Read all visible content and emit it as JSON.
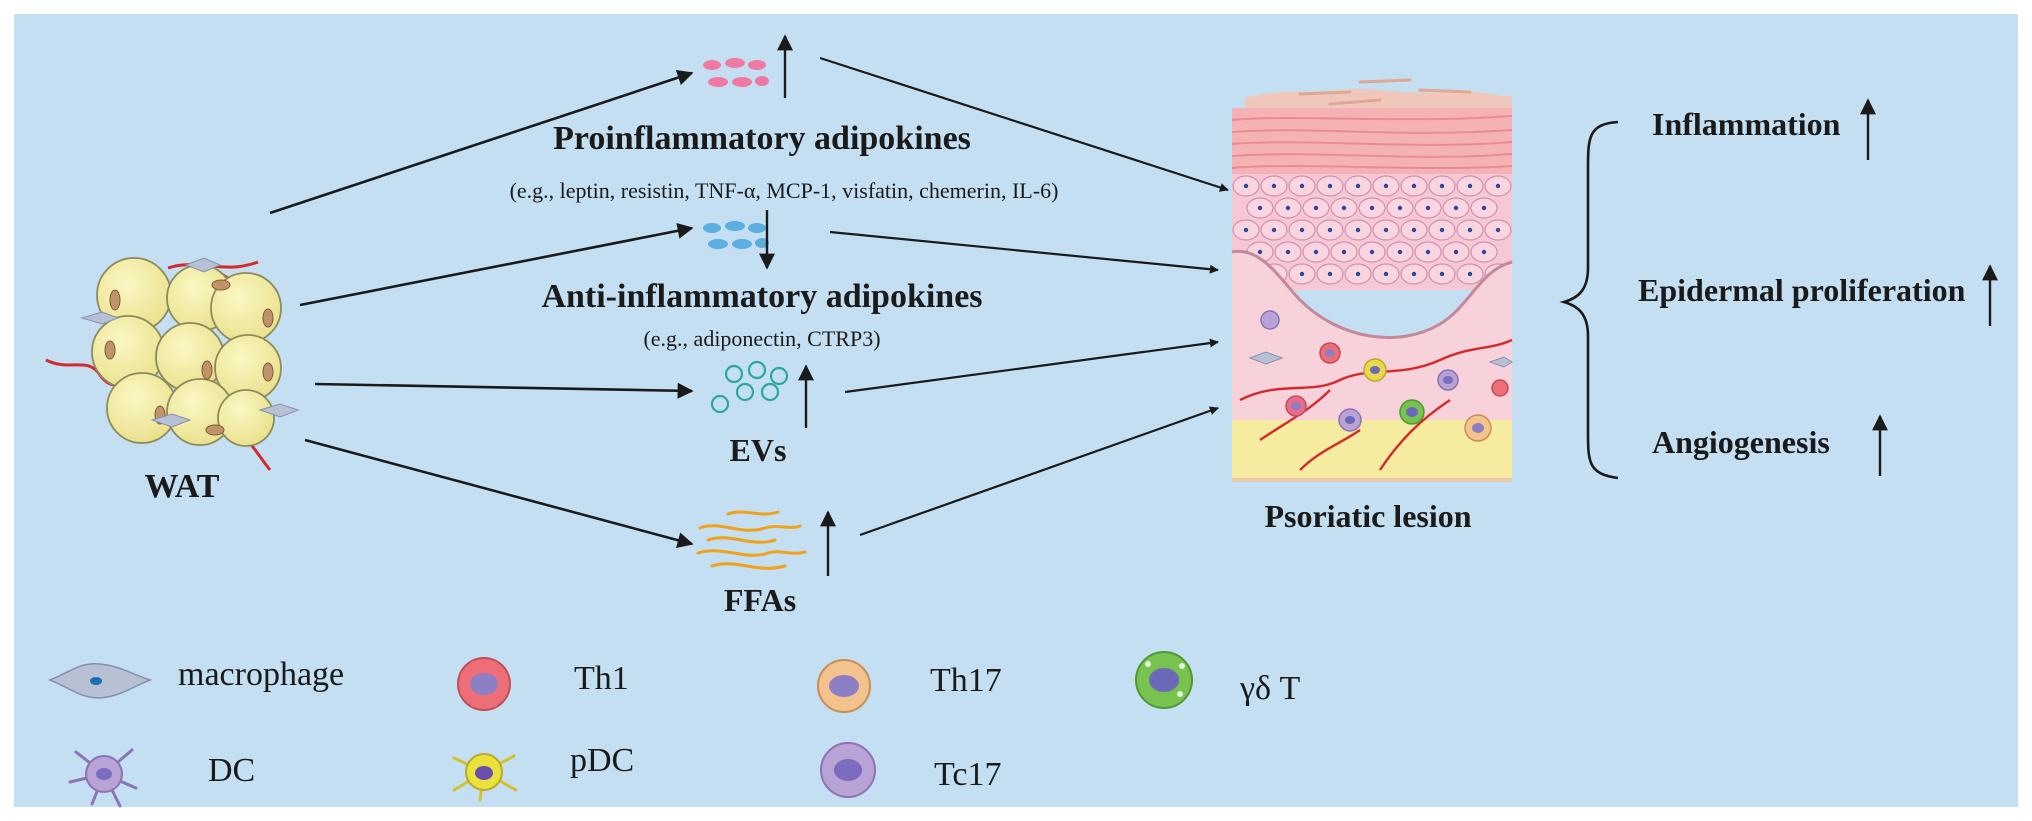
{
  "wat": {
    "label": "WAT"
  },
  "pathways": {
    "proinflammatory": {
      "title": "Proinflammatory adipokines",
      "examples": "(e.g., leptin, resistin, TNF-α, MCP-1, visfatin, chemerin, IL-6)"
    },
    "anti_inflammatory": {
      "title": "Anti-inflammatory adipokines",
      "examples": "(e.g., adiponectin, CTRP3)"
    },
    "evs": {
      "label": "EVs"
    },
    "ffas": {
      "label": "FFAs"
    }
  },
  "lesion": {
    "label": "Psoriatic lesion"
  },
  "outcomes": [
    {
      "label": "Inflammation",
      "direction": "up"
    },
    {
      "label": "Epidermal proliferation",
      "direction": "up"
    },
    {
      "label": "Angiogenesis",
      "direction": "up"
    }
  ],
  "legend": [
    {
      "label": "macrophage",
      "icon": "macrophage-icon"
    },
    {
      "label": "Th1",
      "icon": "th1-cell-icon"
    },
    {
      "label": "Th17",
      "icon": "th17-cell-icon"
    },
    {
      "label": "γδ T",
      "icon": "gamma-delta-t-cell-icon"
    },
    {
      "label": "DC",
      "icon": "dendritic-cell-icon"
    },
    {
      "label": "pDC",
      "icon": "pdc-cell-icon"
    },
    {
      "label": "Tc17",
      "icon": "tc17-cell-icon"
    }
  ],
  "colors": {
    "background": "#c3dff1",
    "adipocyte": "#f4ee9e",
    "proinflammatory": "#ee7aa4",
    "anti_inflammatory": "#5aaee0",
    "evs": "#2ba79c",
    "ffas": "#f0a21c",
    "vessel": "#d42a2f"
  }
}
